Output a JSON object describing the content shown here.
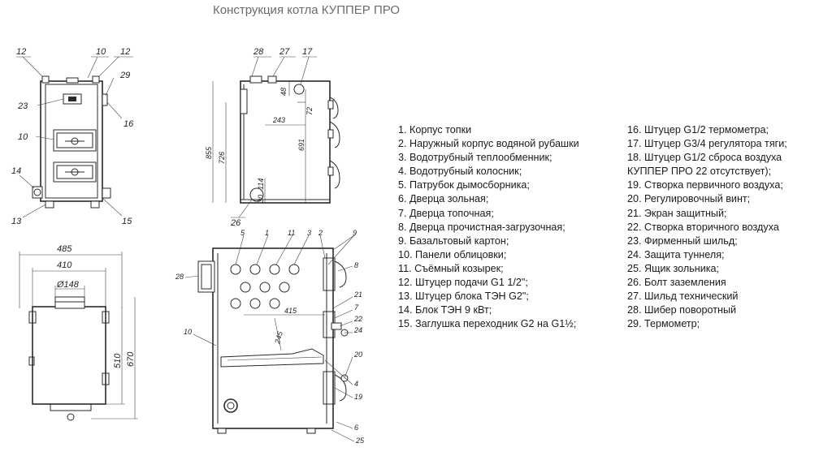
{
  "title": "Конструкция котла КУППЕР ПРО",
  "legend_left": [
    "1. Корпус топки",
    "2. Наружный корпус водяной рубашки",
    "3. Водотрубный теплообменник;",
    "4. Водотрубный колосник;",
    "5. Патрубок дымосборника;",
    "6. Дверца зольная;",
    "7. Дверца топочная;",
    "8. Дверца прочистная-загрузочная;",
    "9. Базальтовый картон;",
    "10. Панели облицовки;",
    "11. Съёмный козырек;",
    "12. Штуцер подачи G1 1/2\";",
    "13. Штуцер блока ТЭН G2\";",
    "14. Блок ТЭН 9 кВт;",
    "15. Заглушка переходник G2 на G1½;"
  ],
  "legend_right": [
    "16. Штуцер G1/2 термометра;",
    "17. Штуцер G3/4 регулятора тяги;",
    "18. Штуцер G1/2 сброса воздуха",
    "КУППЕР ПРО 22 отсутствует);",
    "19. Створка первичного воздуха;",
    "20. Регулировочный винт;",
    "21. Экран защитный;",
    "22. Створка вторичного воздуха",
    "23. Фирменный шильд;",
    "24. Защита туннеля;",
    "25. Ящик зольника;",
    "26. Болт заземления",
    "27. Шильд технический",
    "28. Шибер поворотный",
    "29. Термометр;"
  ],
  "front_view": {
    "callouts": [
      "12",
      "10",
      "12",
      "29",
      "23",
      "16",
      "10",
      "14",
      "13",
      "15"
    ]
  },
  "side_view": {
    "callouts": [
      "28",
      "27",
      "17",
      "26"
    ],
    "dimensions": [
      "48",
      "72",
      "243",
      "855",
      "726",
      "691",
      "114",
      "30"
    ]
  },
  "top_view": {
    "dimensions": [
      "485",
      "410",
      "Ø148",
      "510",
      "670"
    ]
  },
  "section_view": {
    "callouts": [
      "5",
      "1",
      "11",
      "3",
      "2",
      "9",
      "28",
      "8",
      "21",
      "7",
      "22",
      "24",
      "10",
      "20",
      "4",
      "19",
      "6",
      "25"
    ],
    "dimensions": [
      "415",
      "245"
    ]
  }
}
